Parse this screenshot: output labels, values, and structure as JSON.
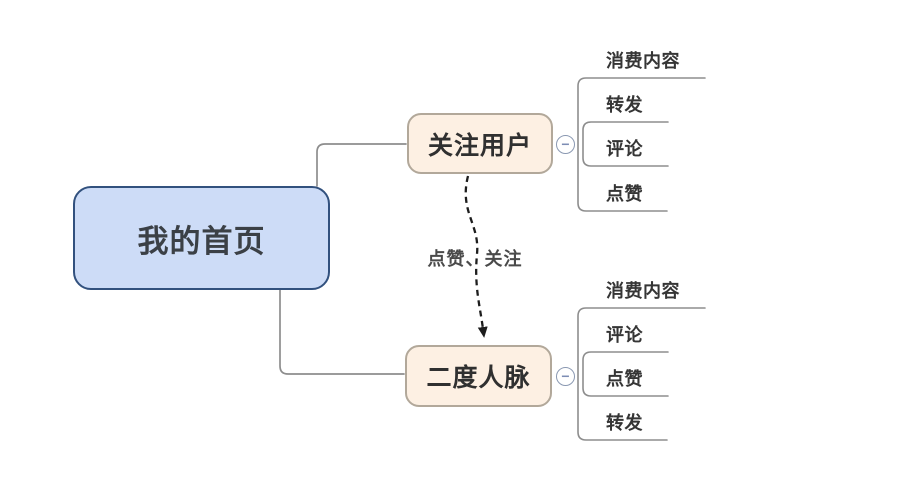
{
  "diagram": {
    "root": {
      "label": "我的首页"
    },
    "branches": [
      {
        "label": "关注用户",
        "children": [
          "消费内容",
          "转发",
          "评论",
          "点赞"
        ]
      },
      {
        "label": "二度人脉",
        "children": [
          "消费内容",
          "评论",
          "点赞",
          "转发"
        ]
      }
    ],
    "relation": {
      "label": "点赞、关注"
    }
  },
  "icons": {
    "collapse_glyph": "−"
  },
  "colors": {
    "background": "#ffffff",
    "root_fill": "#cddcf7",
    "root_border": "#32517e",
    "branch_fill": "#fdf0e3",
    "branch_border": "#b2a89a",
    "connector_line": "#8d8d8d",
    "relation_arrow": "#1d1d1d",
    "collapse_border": "#8b99b2",
    "collapse_minus": "#7d8db4",
    "text": "#353535"
  }
}
